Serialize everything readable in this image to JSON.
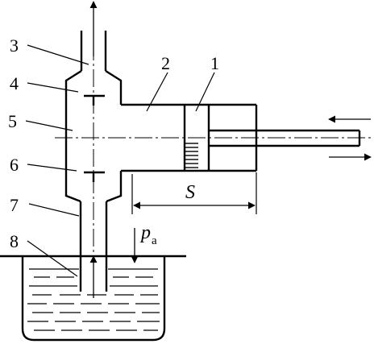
{
  "labels": {
    "part_1": "1",
    "part_2": "2",
    "part_3": "3",
    "part_4": "4",
    "part_5": "5",
    "part_6": "6",
    "part_7": "7",
    "part_8": "8"
  },
  "stroke_label": "S",
  "pressure_symbol": "p",
  "pressure_subscript": "a",
  "colors": {
    "line": "#000000",
    "background": "#ffffff"
  }
}
